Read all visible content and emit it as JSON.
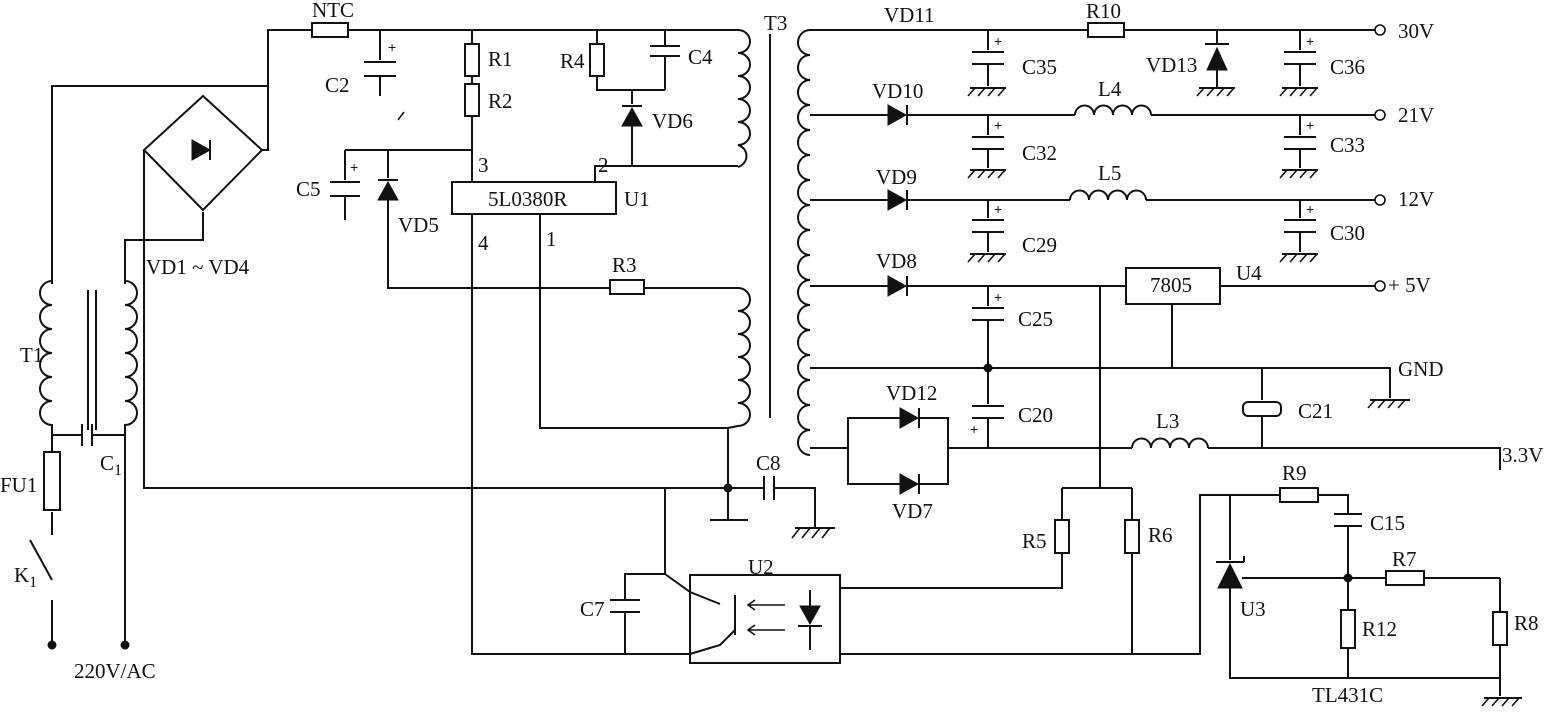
{
  "diagram": {
    "components": {
      "ntc": "NTC",
      "r1": "R1",
      "r2": "R2",
      "r3": "R3",
      "r4": "R4",
      "r5": "R5",
      "r6": "R6",
      "r7": "R7",
      "r8": "R8",
      "r9": "R9",
      "r10": "R10",
      "r12": "R12",
      "c1": "C",
      "c1_sub": "1",
      "c2": "C2",
      "c4": "C4",
      "c5": "C5",
      "c7": "C7",
      "c8": "C8",
      "c15": "C15",
      "c20": "C20",
      "c21": "C21",
      "c25": "C25",
      "c29": "C29",
      "c30": "C30",
      "c32": "C32",
      "c33": "C33",
      "c35": "C35",
      "c36": "C36",
      "vd1_4": "VD1 ~ VD4",
      "vd5": "VD5",
      "vd6": "VD6",
      "vd7": "VD7",
      "vd8": "VD8",
      "vd9": "VD9",
      "vd10": "VD10",
      "vd11": "VD11",
      "vd12": "VD12",
      "vd13": "VD13",
      "l3": "L3",
      "l4": "L4",
      "l5": "L5",
      "t1": "T1",
      "t3": "T3",
      "u1": "U1",
      "u1_part": "5L0380R",
      "u1_pin1": "1",
      "u1_pin2": "2",
      "u1_pin3": "3",
      "u1_pin4": "4",
      "u2": "U2",
      "u3": "U3",
      "u3_part": "TL431C",
      "u4": "U4",
      "u4_part": "7805",
      "fu1": "FU1",
      "k1": "K",
      "k1_sub": "1"
    },
    "outputs": {
      "v30": "30V",
      "v21": "21V",
      "v12": "12V",
      "v5": "+ 5V",
      "gnd": "GND",
      "v33": "3.3V"
    },
    "input_label": "220V/AC",
    "polarity_mark": "+"
  }
}
